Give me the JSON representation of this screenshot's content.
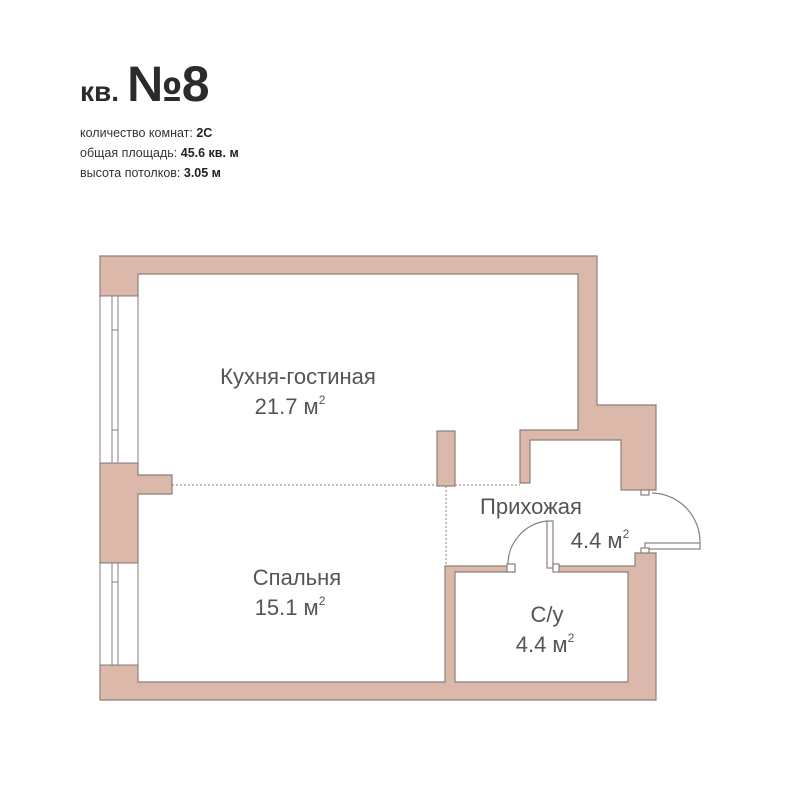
{
  "apartment": {
    "prefix": "кв.",
    "number": "№8"
  },
  "specs": [
    {
      "label": "количество комнат:",
      "value": "2С"
    },
    {
      "label": "общая площадь:",
      "value": "45.6 кв. м"
    },
    {
      "label": "высота потолков:",
      "value": "3.05 м"
    }
  ],
  "rooms": [
    {
      "name": "Кухня-гостиная",
      "area": "21.7 м",
      "unit_power": "2"
    },
    {
      "name": "Спальня",
      "area": "15.1 м",
      "unit_power": "2"
    },
    {
      "name": "Прихожая",
      "area": "4.4 м",
      "unit_power": "2"
    },
    {
      "name": "С/у",
      "area": "4.4 м",
      "unit_power": "2"
    }
  ],
  "colors": {
    "wall_fill": "#dcb8ab",
    "wall_stroke": "#8a7f7b",
    "text": "#555555",
    "background": "#ffffff"
  }
}
